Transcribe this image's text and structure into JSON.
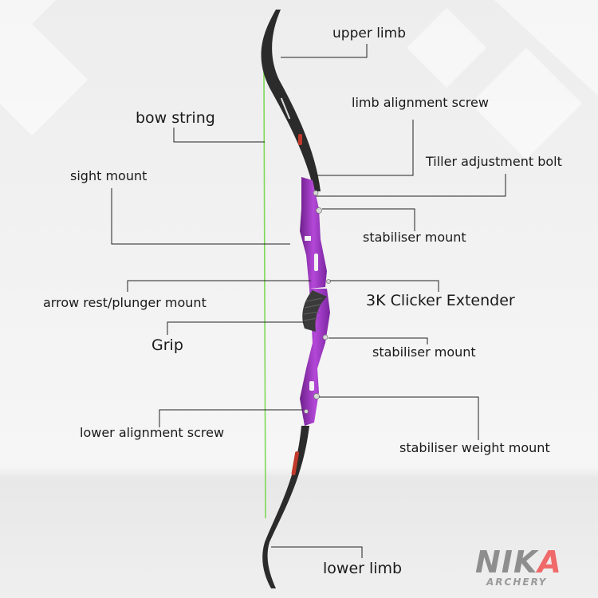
{
  "labels": {
    "upper_limb": "upper limb",
    "bow_string": "bow string",
    "limb_alignment_screw": "limb alignment screw",
    "tiller_adjustment_bolt": "Tiller adjustment bolt",
    "sight_mount": "sight mount",
    "stabiliser_mount_upper": "stabiliser mount",
    "arrow_rest_plunger_mount": "arrow rest/plunger mount",
    "clicker_extender": "3K Clicker Extender",
    "grip": "Grip",
    "stabiliser_mount_lower": "stabiliser mount",
    "lower_alignment_screw": "lower alignment screw",
    "stabiliser_weight_mount": "stabiliser weight mount",
    "lower_limb": "lower limb"
  },
  "logo": {
    "brand_main": "NIK",
    "brand_accent": "A",
    "brand_sub": "ARCHERY"
  },
  "colors": {
    "riser": "#9b2fc4",
    "riser_dark": "#6c1f8a",
    "limb": "#2b2b2b",
    "string": "#7ed957",
    "leader": "#222222",
    "logo_gray": "#8e8e8e",
    "logo_accent": "#f06a6a"
  }
}
